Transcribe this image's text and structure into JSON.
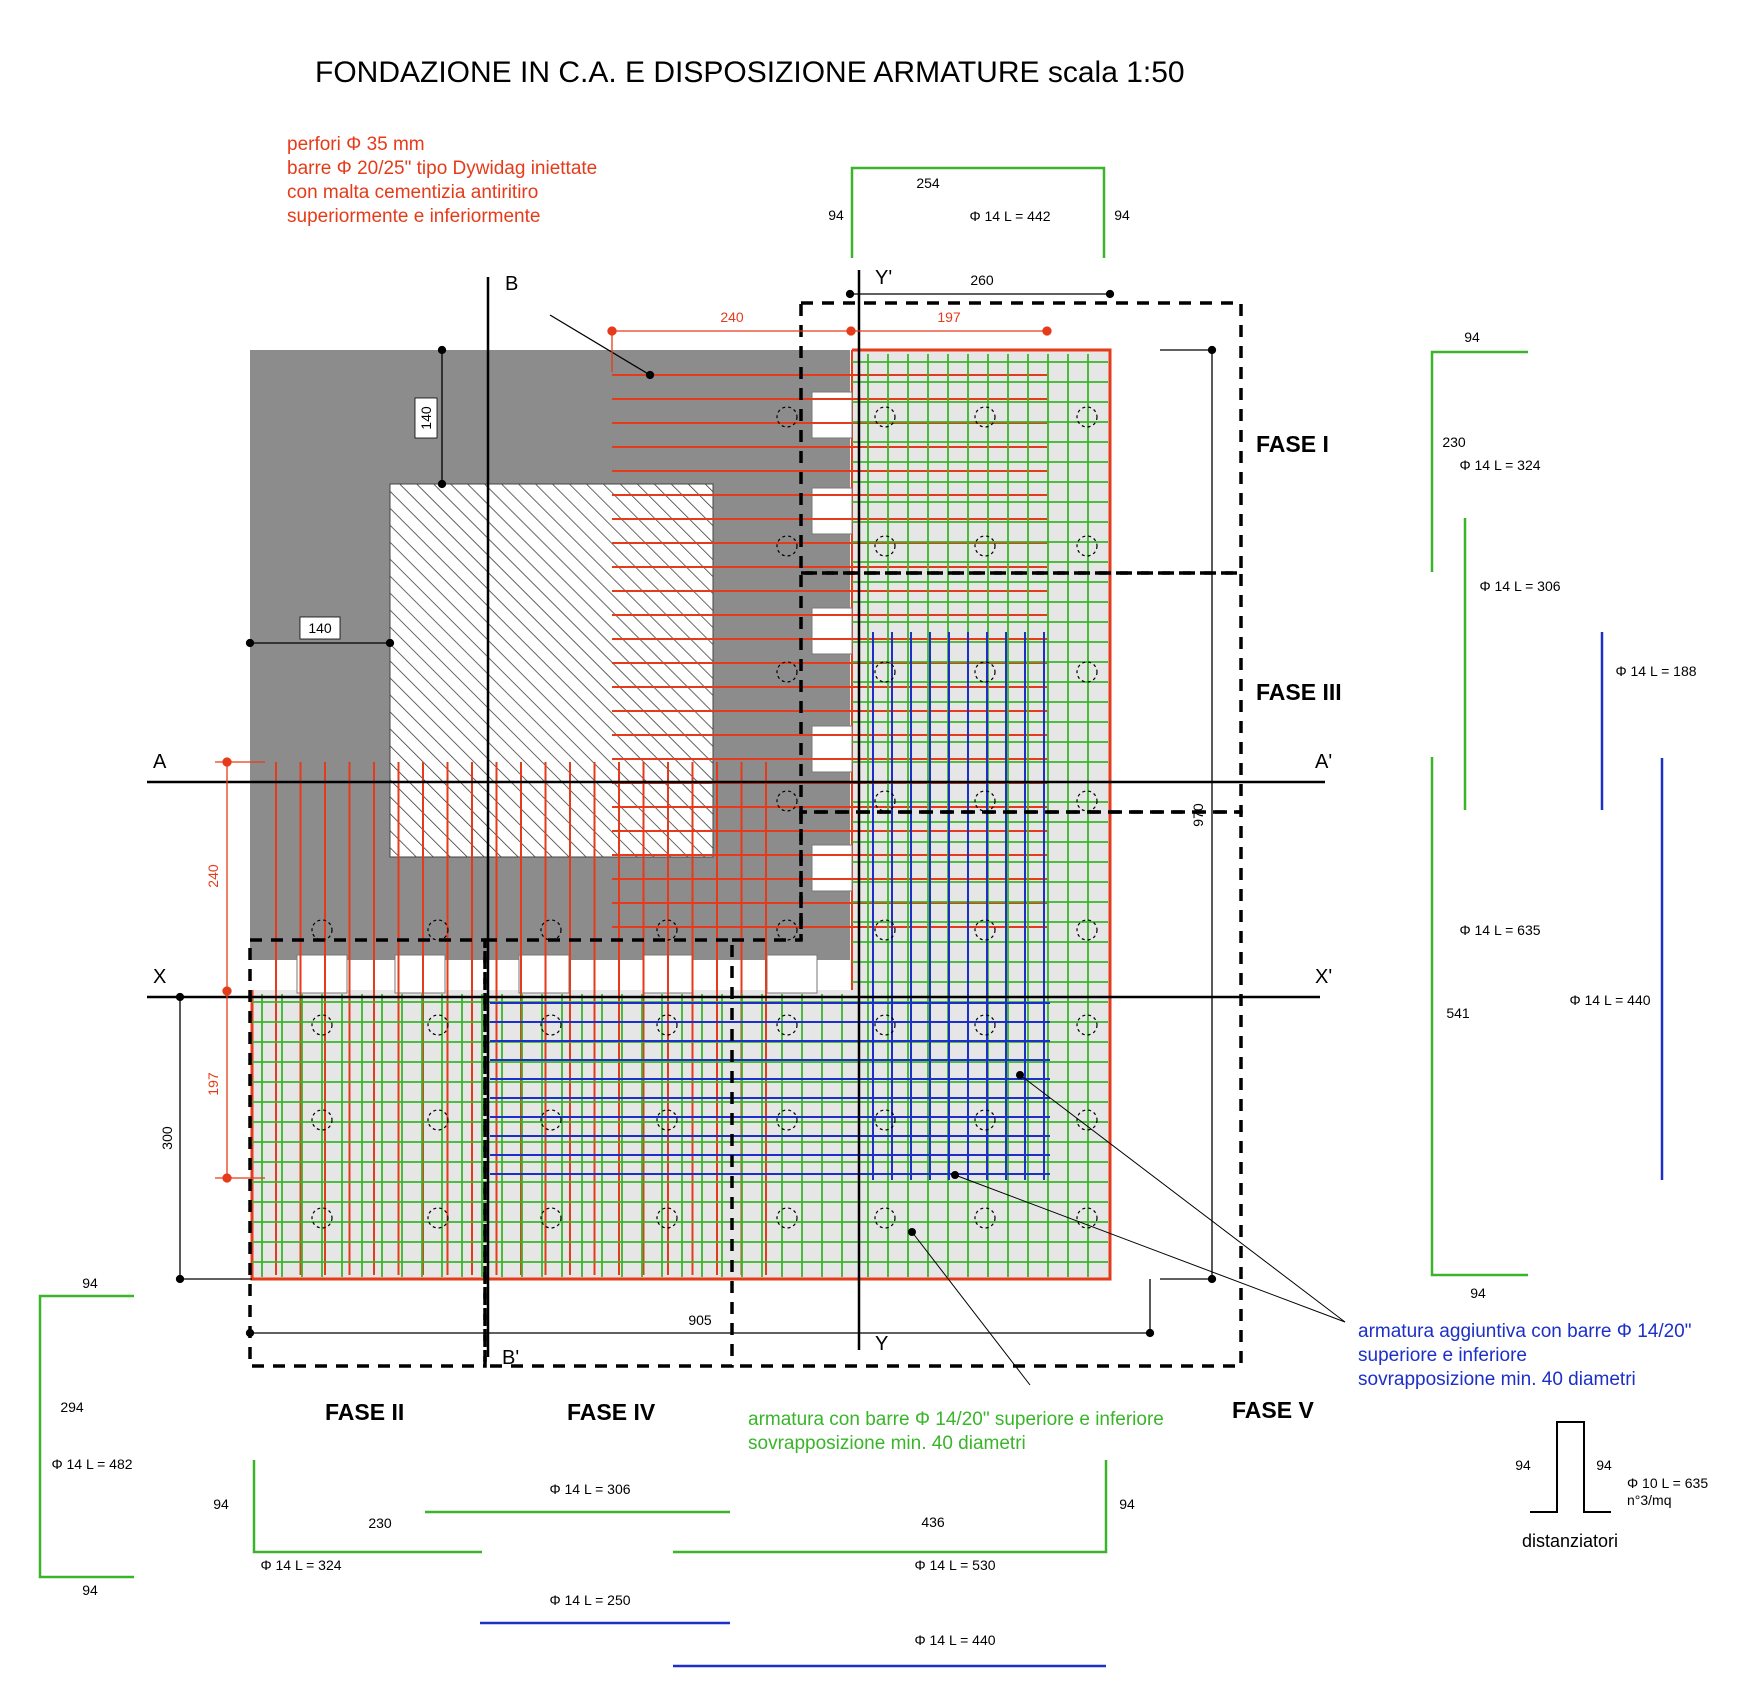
{
  "title": "FONDAZIONE IN C.A. E DISPOSIZIONE ARMATURE scala 1:50",
  "colors": {
    "concrete": "#8c8c8c",
    "slab_fill": "#e6e6e6",
    "red_bars": "#e63b1a",
    "green_bars": "#3ab52a",
    "blue_bars": "#1c2fc7",
    "lines": "#000000"
  },
  "notes": {
    "red": [
      "perfori Φ 35 mm",
      "barre Φ 20/25\" tipo Dywidag iniettate",
      "con malta cementizia antiritiro",
      "superiormente e inferiormente"
    ],
    "green": [
      "armatura con barre Φ 14/20\" superiore e inferiore",
      "sovrapposizione min. 40 diametri"
    ],
    "blue": [
      "armatura aggiuntiva con barre Φ 14/20\"",
      "superiore e inferiore",
      "sovrapposizione min. 40 diametri"
    ]
  },
  "phases": [
    "FASE I",
    "FASE II",
    "FASE III",
    "FASE IV",
    "FASE V"
  ],
  "axes": {
    "A": "A",
    "A_prime": "A'",
    "B": "B",
    "B_prime": "B'",
    "X": "X",
    "X_prime": "X'",
    "Y": "Y",
    "Y_prime": "Y'"
  },
  "dimensions": {
    "d140_vertical": "140",
    "d140_horizontal": "140",
    "red_240_top": "240",
    "red_197_top": "197",
    "red_240_left": "240",
    "red_197_left": "197",
    "d260": "260",
    "d970": "970",
    "d300": "300",
    "d905": "905"
  },
  "bar_schedule": {
    "top_bracket": {
      "hook_left": "94",
      "length": "254",
      "hook_right": "94",
      "label": "Φ 14 L = 442"
    },
    "right_green_1": {
      "hook_top": "94",
      "length": "230",
      "label": "Φ 14 L = 324"
    },
    "right_green_2": {
      "label": "Φ 14 L = 306"
    },
    "right_blue_1": {
      "label": "Φ 14 L = 188"
    },
    "right_green_3": {
      "length": "541",
      "label": "Φ 14 L = 635",
      "hook_bottom": "94"
    },
    "right_blue_2": {
      "label": "Φ 14 L = 440"
    },
    "left_green": {
      "hook_top": "94",
      "length": "294",
      "label": "Φ 14 L = 482",
      "hook_bottom": "94"
    },
    "bottom_green_1": {
      "hook": "94",
      "length": "230",
      "label": "Φ 14 L = 324"
    },
    "bottom_green_2": {
      "label": "Φ 14 L = 306"
    },
    "bottom_blue_1": {
      "label": "Φ 14 L = 250"
    },
    "bottom_green_3": {
      "length": "436",
      "hook": "94",
      "label": "Φ 14 L = 530"
    },
    "bottom_blue_2": {
      "label": "Φ 14 L = 440"
    }
  },
  "spacer": {
    "hook_left": "94",
    "hook_right": "94",
    "label": "Φ 10 L = 635",
    "density": "n°3/mq",
    "caption": "distanziatori"
  }
}
